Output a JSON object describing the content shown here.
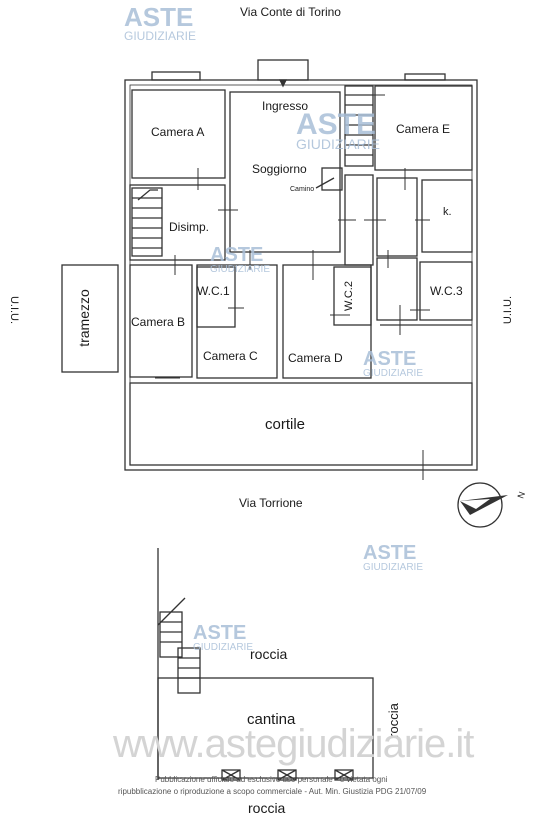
{
  "streets": {
    "top": "Via Conte di Torino",
    "bottom": "Via Torrione"
  },
  "side_labels": {
    "left": "U.I.U.",
    "right": "U.I.U.",
    "tramezzo": "tramezzo"
  },
  "rooms": {
    "camera_a": "Camera A",
    "ingresso": "Ingresso",
    "camera_e": "Camera E",
    "soggiorno": "Soggiorno",
    "camino": "Camino",
    "disimp": "Disimp.",
    "k": "k.",
    "wc1": "W.C.1",
    "wc2": "W.C.2",
    "wc3": "W.C.3",
    "camera_b": "Camera B",
    "camera_c": "Camera C",
    "camera_d": "Camera D",
    "cortile": "cortile"
  },
  "basement": {
    "roccia_top": "roccia",
    "cantina": "cantina",
    "roccia_right": "roccia",
    "roccia_bottom": "roccia"
  },
  "watermark": {
    "brand": "ASTE",
    "sub": "GIUDIZIARIE",
    "url": "www.astegiudiziarie.it",
    "disclaimer_1": "Pubblicazione ufficiale ad esclusivo uso personale - è vietata ogni",
    "disclaimer_2": "ripubblicazione o riproduzione a scopo commerciale - Aut. Min. Giustizia PDG 21/07/09"
  },
  "compass": {
    "label": "N"
  },
  "colors": {
    "wall": "#333333",
    "watermark": "#a9bfd8",
    "url_watermark": "#d4d4d4"
  }
}
